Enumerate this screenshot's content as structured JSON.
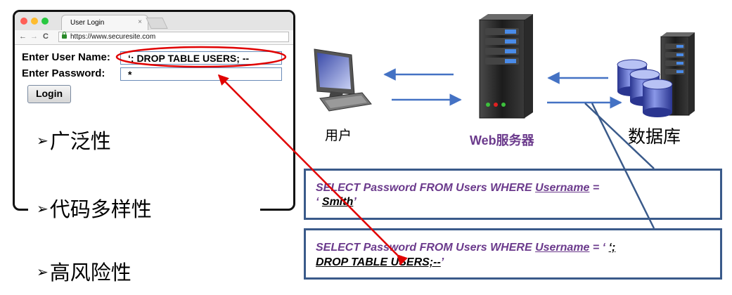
{
  "browser": {
    "tab_title": "User Login",
    "tab_close": "×",
    "nav_back": "←",
    "nav_forward": "→",
    "nav_reload": "C",
    "url": "https://www.securesite.com",
    "username_label": "Enter User Name:",
    "username_value": "‘; DROP TABLE USERS; --",
    "password_label": "Enter Password:",
    "password_value": "*",
    "login_label": "Login"
  },
  "bullets": [
    {
      "arrow": "➢",
      "text": "广泛性"
    },
    {
      "arrow": "➢",
      "text": "代码多样性"
    },
    {
      "arrow": "➢",
      "text": "高风险性"
    }
  ],
  "nodes": {
    "user": "用户",
    "web_server": "Web服务器",
    "database": "数据库"
  },
  "queries": {
    "q1_prefix": "SELECT Password FROM Users WHERE ",
    "q1_field": "Username",
    "q1_eq": " =",
    "q1_open": "‘ ",
    "q1_value": "Smith",
    "q1_close": "’",
    "q2_prefix": "SELECT Password FROM Users WHERE ",
    "q2_field": "Username",
    "q2_eq": " = ‘ ",
    "q2_inject_start": "‘;",
    "q2_inject_rest": "DROP TABLE USERS;--",
    "q2_close": "’"
  },
  "colors": {
    "arrow_blue": "#4472c4",
    "highlight_red": "#e00000",
    "query_purple": "#6b3a8c",
    "box_border": "#3a5a8a",
    "server_label": "#6b3a8c"
  }
}
